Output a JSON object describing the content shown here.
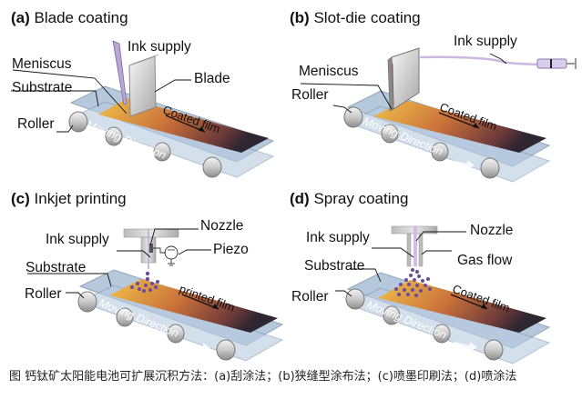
{
  "panels": [
    {
      "letter": "(a)",
      "title": "Blade coating",
      "labels": {
        "ink_supply": "Ink supply",
        "meniscus": "Meniscus",
        "blade": "Blade",
        "substrate": "Substrate",
        "roller": "Roller",
        "film": "Coated film",
        "moving": "Moving Direction"
      }
    },
    {
      "letter": "(b)",
      "title": "Slot-die coating",
      "labels": {
        "ink_supply": "Ink supply",
        "meniscus": "Meniscus",
        "roller": "Roller",
        "film": "Coated film",
        "moving": "Moving Direction"
      }
    },
    {
      "letter": "(c)",
      "title": "Inkjet printing",
      "labels": {
        "nozzle": "Nozzle",
        "ink_supply": "Ink supply",
        "piezo": "Piezo",
        "substrate": "Substrate",
        "roller": "Roller",
        "film": "printed film",
        "moving": "Moving Direction"
      }
    },
    {
      "letter": "(d)",
      "title": "Spray coating",
      "labels": {
        "ink_supply": "Ink supply",
        "nozzle": "Nozzle",
        "gas_flow": "Gas flow",
        "substrate": "Substrate",
        "roller": "Roller",
        "film": "Coated film",
        "moving": "Moving Direction"
      }
    }
  ],
  "caption": "图  钙钛矿太阳能电池可扩展沉积方法：(a)刮涂法；(b)狭缝型涂布法；(c)喷墨印刷法；(d)喷涂法",
  "colors": {
    "film_start": "#f2c24a",
    "film_mid": "#c9703a",
    "film_end": "#3a2a34",
    "belt": "#a9bfd6",
    "roller": "#d8d8d8",
    "ink": "#b9a6d6",
    "droplet": "#6a4c9c"
  }
}
